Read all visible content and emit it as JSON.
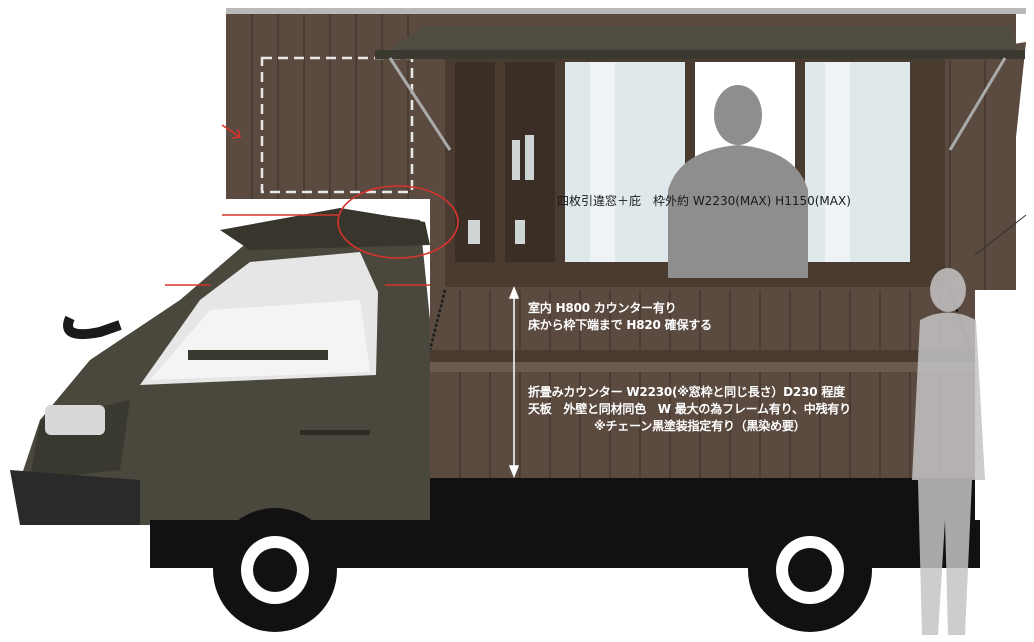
{
  "annotations": {
    "window_spec": "四枚引違窓＋庇　枠外約 W2230(MAX)  H1150(MAX)",
    "counter_height_line1": "室内 H800 カウンター有り",
    "counter_height_line2": "床から枠下端まで H820 確保する",
    "folding_counter_line1": "折畳みカウンター W2230(※窓枠と同じ長さ）D230 程度",
    "folding_counter_line2": "天板　外壁と同材同色　W 最大の為フレーム有り、中残有り",
    "folding_counter_line3": "※チェーン黒塗装指定有り（黒染め要）"
  },
  "colors": {
    "wood": "#5b4a3f",
    "wood_dark": "#3f332b",
    "cab": "#4a473c",
    "awning": "#4f4d40",
    "marker_red": "#d6342c",
    "glass": "#dfe9ec"
  }
}
